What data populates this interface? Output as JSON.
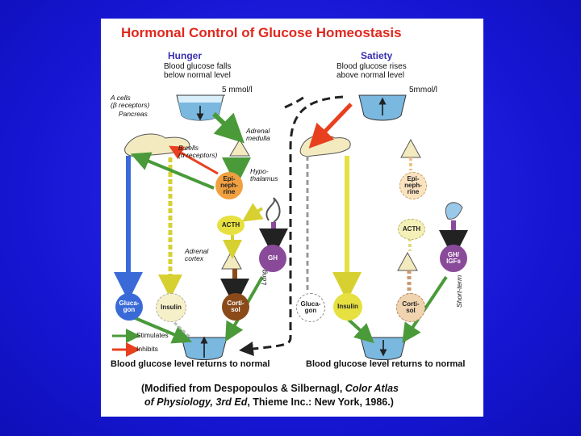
{
  "title": "Hormonal Control of Glucose Homeostasis",
  "hunger": {
    "heading": "Hunger",
    "line1": "Blood glucose falls",
    "line2": "below normal level",
    "level": "5 mmol/l"
  },
  "satiety": {
    "heading": "Satiety",
    "line1": "Blood glucose rises",
    "line2": "above normal level",
    "level": "5mmol/l"
  },
  "labels": {
    "a_cells_1": "A cells",
    "a_cells_2": "(β receptors)",
    "pancreas": "Pancreas",
    "b_cells_1": "B cells",
    "b_cells_2": "(α receptors)",
    "adrenal_medulla_1": "Adrenal",
    "adrenal_medulla_2": "medulla",
    "hypothalamus_1": "Hypo-",
    "hypothalamus_2": "thalamus",
    "adrenal_cortex_1": "Adrenal",
    "adrenal_cortex_2": "cortex",
    "long_term": "Long-term",
    "short_term": "Short-term"
  },
  "nodes": {
    "epinephrine_left": "Epi-\nneph-\nrine",
    "epinephrine_right": "Epi-\nneph-\nrine",
    "acth_left": "ACTH",
    "acth_right": "ACTH",
    "gh_left": "GH",
    "gh_right": "GH/\nIGFs",
    "glucagon_left": "Gluca-\ngon",
    "insulin_left": "Insulin",
    "cortisol_left": "Corti-\nsol",
    "glucagon_right": "Gluca-\ngon",
    "insulin_right": "Insulin",
    "cortisol_right": "Corti-\nsol"
  },
  "legend": {
    "stimulates": "Stimulates",
    "inhibits": "Inhibits"
  },
  "bottom": {
    "left": "Blood glucose level returns to normal",
    "right": "Blood glucose level returns to normal"
  },
  "citation": {
    "line1_a": "(Modified from Despopoulos & Silbernagl, ",
    "line1_b": "Color Atlas",
    "line2_a": "of Physiology, 3rd Ed",
    "line2_b": ", Thieme Inc.: New York, 1986.)"
  },
  "colors": {
    "background": "#1a1ad8",
    "title": "#e0281e",
    "heading": "#3a2fb0",
    "stimulates": "#4a9a3a",
    "inhibits": "#e8401e",
    "glucagon": "#3a6ad8",
    "insulin": "#e6e040",
    "cortisol": "#8a4a1a",
    "gh": "#8a4a9a",
    "epinephrine": "#f0a040"
  }
}
